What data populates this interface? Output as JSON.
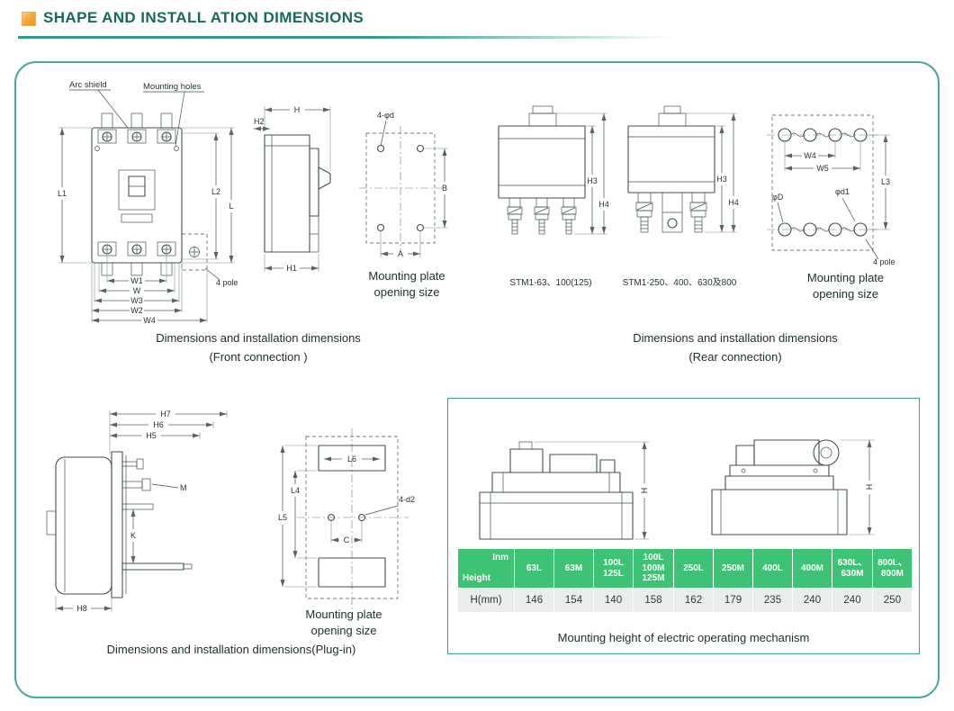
{
  "header": {
    "title": "SHAPE AND INSTALL ATION DIMENSIONS"
  },
  "colors": {
    "title_green": "#156a5b",
    "accent_teal": "#2e9c8c",
    "panel_border_teal": "#4aa99a",
    "table_header_green": "#3ec273",
    "icon_orange": "#f5a93c"
  },
  "front": {
    "labels": {
      "arc_shield": "Arc shield",
      "mounting_holes": "Mounting holes",
      "four_pole": "4 pole"
    },
    "dims": {
      "l1": "L1",
      "l2": "L2",
      "l": "L",
      "w1": "W1",
      "w": "W",
      "w3": "W3",
      "w2": "W2",
      "w4": "W4"
    },
    "side": {
      "h": "H",
      "h2": "H2",
      "h1": "H1"
    },
    "plate": {
      "holes": "4-φd",
      "a": "A",
      "b": "B"
    },
    "plate_caption": "Mounting plate\nopening size",
    "caption": "Dimensions and installation dimensions",
    "subcaption": "(Front connection )"
  },
  "rear": {
    "models": {
      "small": "STM1-63、100(125)",
      "large": "STM1-250、400、630及800"
    },
    "dims": {
      "h3": "H3",
      "h4": "H4"
    },
    "plate": {
      "w4": "W4",
      "w5": "W5",
      "l3": "L3",
      "d": "φD",
      "d1": "φd1",
      "four_pole": "4 pole"
    },
    "plate_caption": "Mounting plate\nopening size",
    "caption": "Dimensions and installation dimensions",
    "subcaption": "(Rear connection)"
  },
  "plugin": {
    "dims": {
      "h7": "H7",
      "h6": "H6",
      "h5": "H5",
      "m": "M",
      "k": "K",
      "h8": "H8"
    },
    "plate": {
      "l6": "L6",
      "l5": "L5",
      "l4": "L4",
      "c": "C",
      "holes": "4-d2"
    },
    "plate_caption": "Mounting plate\nopening size",
    "caption": "Dimensions and installation dimensions(Plug-in)"
  },
  "mech": {
    "h": "H",
    "caption": "Mounting height of electric operating mechanism",
    "table": {
      "corner_top": "Inm",
      "corner_bottom": "Height",
      "columns": [
        "63L",
        "63M",
        "100L\n125L",
        "100L\n100M\n125M",
        "250L",
        "250M",
        "400L",
        "400M",
        "630L、\n630M",
        "800L、\n800M"
      ],
      "row_label": "H(mm)",
      "values": [
        146,
        154,
        140,
        158,
        162,
        179,
        235,
        240,
        240,
        250
      ]
    }
  }
}
